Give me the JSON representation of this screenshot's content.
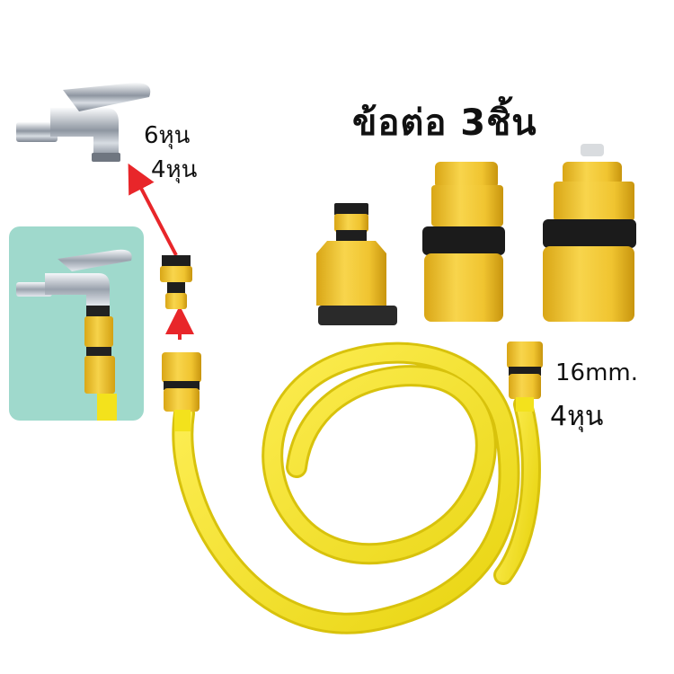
{
  "heading": {
    "title": "ข้อต่อ 3ชิ้น"
  },
  "tap_labels": {
    "size_1": "6หุน",
    "size_2": "4หุน"
  },
  "hose_labels": {
    "diameter": "16mm.",
    "size": "4หุน"
  },
  "colors": {
    "hose": "#f3e21c",
    "connector": "#f1c22e",
    "connector_dark": "#1b1b1b",
    "arrow": "#e8262a",
    "inset_bg": "#9fd9cc",
    "chrome": "#c9ced6"
  }
}
